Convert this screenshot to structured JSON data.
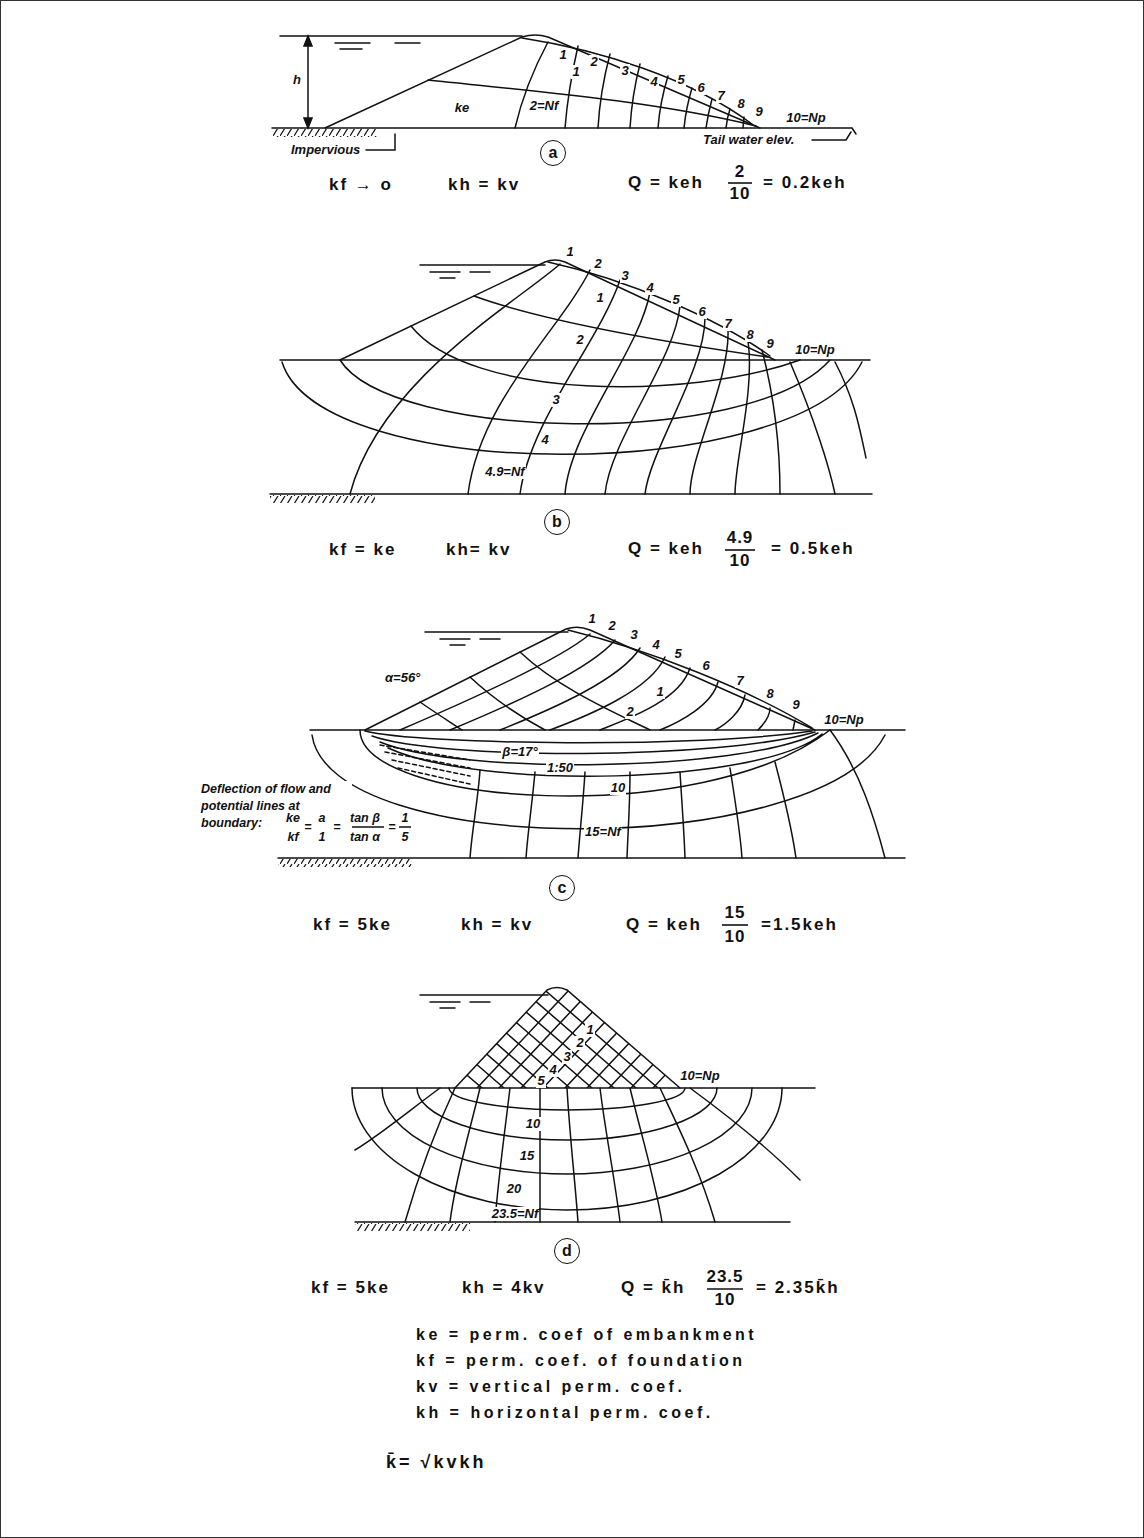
{
  "diagram": {
    "nodes": [
      {
        "text": [
          "a"
        ]
      },
      {
        "text": [
          "b"
        ]
      },
      {
        "text": [
          "c"
        ]
      },
      {
        "text": [
          "d"
        ]
      }
    ],
    "labels": [
      "h",
      "ke",
      "1",
      "2",
      "3",
      "4",
      "5",
      "6",
      "7",
      "8",
      "9",
      "10=Np",
      "1",
      "2=Nf",
      "Impervious",
      "Tail water elev.",
      "kf → o",
      "kh = kv",
      "Q = keh",
      "2",
      "10",
      "= 0.2keh",
      "1",
      "2",
      "3",
      "4",
      "5",
      "6",
      "7",
      "8",
      "9",
      "10=Np",
      "1",
      "2",
      "3",
      "4",
      "4.9=Nf",
      "kf = ke",
      "kh= kv",
      "Q = keh",
      "4.9",
      "10",
      "= 0.5keh",
      "α=56°",
      "1",
      "2",
      "3",
      "4",
      "5",
      "6",
      "7",
      "8",
      "9",
      "10=Np",
      "1",
      "2",
      "β=17°",
      "1:50",
      "10",
      "15=Nf",
      "Deflection of flow and potential lines at boundary:",
      "ke",
      "kf",
      "=",
      "a",
      "1",
      "=",
      "tan β",
      "tan α",
      "=",
      "1",
      "5",
      "kf = 5ke",
      "kh = kv",
      "Q = keh",
      "15",
      "10",
      "=1.5keh",
      "1",
      "2",
      "3",
      "4",
      "5",
      "10=Np",
      "10",
      "15",
      "20",
      "23.5=Nf",
      "kf = 5ke",
      "kh = 4kv",
      "Q = k̄h",
      "23.5",
      "10",
      "= 2.35k̄h",
      "ke = perm. coef of embankment",
      "kf = perm. coef. of foundation",
      "kv = vertical perm. coef.",
      "kh = horizontal perm. coef.",
      "k̄= √kvkh"
    ]
  }
}
